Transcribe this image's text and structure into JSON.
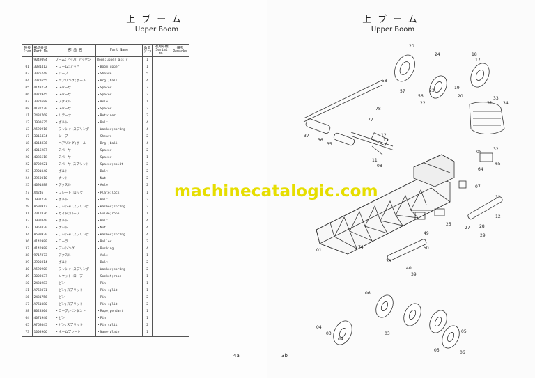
{
  "left_page": {
    "title_jp": "上ブーム",
    "title_en": "Upper Boom",
    "headers": {
      "no_jp": "符号",
      "no_en": "Item",
      "part_jp": "部品番号",
      "part_en": "Part No.",
      "name_jp": "部 品 名",
      "name_en": "Part Name",
      "qty_jp": "数量",
      "qty_en": "Q'ty",
      "serial_jp": "適用号機",
      "serial_en": "Serial No.",
      "remarks_jp": "備考",
      "remarks_en": "Remarks"
    },
    "rows": [
      {
        "no": "",
        "part": "9049094",
        "jp": "ブーム;アッパ アッセン",
        "en": "Boom;upper ass'y",
        "qty": "1"
      },
      {
        "no": "01",
        "part": "3081412",
        "jp": "・ブーム;アッパ",
        "en": "・Boom;upper",
        "qty": "1"
      },
      {
        "no": "03",
        "part": "3025749",
        "jp": "・シーブ",
        "en": "・Sheave",
        "qty": "5"
      },
      {
        "no": "04",
        "part": "2071655",
        "jp": "・ベアリング;ボール",
        "en": "・Brg.;ball",
        "qty": "4"
      },
      {
        "no": "05",
        "part": "4143724",
        "jp": "・スペーサ",
        "en": "・Spacer",
        "qty": "3"
      },
      {
        "no": "06",
        "part": "4071945",
        "jp": "・スペーサ",
        "en": "・Spacer",
        "qty": "2"
      },
      {
        "no": "07",
        "part": "3021688",
        "jp": "・アクスル",
        "en": "・Axle",
        "qty": "1"
      },
      {
        "no": "08",
        "part": "4132270",
        "jp": "・スペーサ",
        "en": "・Spacer",
        "qty": "2"
      },
      {
        "no": "11",
        "part": "2431768",
        "jp": "・リテーナ",
        "en": "・Retainer",
        "qty": "2"
      },
      {
        "no": "12",
        "part": "J901635",
        "jp": "・ボルト",
        "en": "・Bolt",
        "qty": "4"
      },
      {
        "no": "13",
        "part": "A590916",
        "jp": "・ワッシャ;スプリング",
        "en": "・Washer;spring",
        "qty": "4"
      },
      {
        "no": "17",
        "part": "3016434",
        "jp": "・シーブ",
        "en": "・Sheave",
        "qty": "2"
      },
      {
        "no": "18",
        "part": "4014836",
        "jp": "・ベアリング;ボール",
        "en": "・Brg.;ball",
        "qty": "4"
      },
      {
        "no": "19",
        "part": "4015287",
        "jp": "・スペーサ",
        "en": "・Spacer",
        "qty": "2"
      },
      {
        "no": "20",
        "part": "4086518",
        "jp": "・スペーサ",
        "en": "・Spacer",
        "qty": "1"
      },
      {
        "no": "22",
        "part": "8708921",
        "jp": "・スペーサ;スプリット",
        "en": "・Spacer;split",
        "qty": "2"
      },
      {
        "no": "23",
        "part": "J901040",
        "jp": "・ボルト",
        "en": "・Bolt",
        "qty": "2"
      },
      {
        "no": "24",
        "part": "J950010",
        "jp": "・ナット",
        "en": "・Nut",
        "qty": "2"
      },
      {
        "no": "25",
        "part": "4091888",
        "jp": "・アクスル",
        "en": "・Axle",
        "qty": "2"
      },
      {
        "no": "27",
        "part": "X4246",
        "jp": "・プレート;ロック",
        "en": "・Plate;lock",
        "qty": "1"
      },
      {
        "no": "28",
        "part": "J901220",
        "jp": "・ボルト",
        "en": "・Bolt",
        "qty": "2"
      },
      {
        "no": "29",
        "part": "A590912",
        "jp": "・ワッシャ;スプリング",
        "en": "・Washer;spring",
        "qty": "2"
      },
      {
        "no": "31",
        "part": "7012876",
        "jp": "・ガイド;ロープ",
        "en": "・Guide;rope",
        "qty": "1"
      },
      {
        "no": "32",
        "part": "J902040",
        "jp": "・ボルト",
        "en": "・Bolt",
        "qty": "4"
      },
      {
        "no": "33",
        "part": "J951020",
        "jp": "・ナット",
        "en": "・Nut",
        "qty": "4"
      },
      {
        "no": "34",
        "part": "A590920",
        "jp": "・ワッシャ;スプリング",
        "en": "・Washer;spring",
        "qty": "4"
      },
      {
        "no": "36",
        "part": "4142989",
        "jp": "・ローラ",
        "en": "・Roller",
        "qty": "2"
      },
      {
        "no": "37",
        "part": "4142988",
        "jp": "・ブッシング",
        "en": "・Bushing",
        "qty": "4"
      },
      {
        "no": "38",
        "part": "9717873",
        "jp": "・アクスル",
        "en": "・Axle",
        "qty": "1"
      },
      {
        "no": "39",
        "part": "J900814",
        "jp": "・ボルト",
        "en": "・Bolt",
        "qty": "2"
      },
      {
        "no": "40",
        "part": "A590908",
        "jp": "・ワッシャ;スプリング",
        "en": "・Washer;spring",
        "qty": "2"
      },
      {
        "no": "49",
        "part": "3003037",
        "jp": "・ソケット;ロープ",
        "en": "・Socket;rope",
        "qty": "1"
      },
      {
        "no": "50",
        "part": "2431983",
        "jp": "・ピン",
        "en": "・Pin",
        "qty": "1"
      },
      {
        "no": "51",
        "part": "A768071",
        "jp": "・ピン;スプリット",
        "en": "・Pin;split",
        "qty": "1"
      },
      {
        "no": "56",
        "part": "2431756",
        "jp": "・ピン",
        "en": "・Pin",
        "qty": "2"
      },
      {
        "no": "57",
        "part": "A761080",
        "jp": "・ピン;スプリット",
        "en": "・Pin;split",
        "qty": "2"
      },
      {
        "no": "58",
        "part": "8023304",
        "jp": "・ロープ;ペンダント",
        "en": "・Rope;pendant",
        "qty": "1"
      },
      {
        "no": "64",
        "part": "4071940",
        "jp": "・ピン",
        "en": "・Pin",
        "qty": "1"
      },
      {
        "no": "65",
        "part": "A768045",
        "jp": "・ピン;スプリット",
        "en": "・Pin;split",
        "qty": "2"
      },
      {
        "no": "73",
        "part": "1003966",
        "jp": "・ネームプレート",
        "en": "・Name-plate",
        "qty": "1"
      }
    ],
    "page_number": "4a"
  },
  "right_page": {
    "title_jp": "上ブーム",
    "title_en": "Upper Boom",
    "page_number": "3b",
    "callouts": [
      "20",
      "24",
      "18",
      "17",
      "58",
      "57",
      "56",
      "22",
      "23",
      "19",
      "20",
      "33",
      "31",
      "78",
      "77",
      "34",
      "37",
      "36",
      "35",
      "12",
      "13",
      "11",
      "08",
      "32",
      "05",
      "64",
      "65",
      "07",
      "01",
      "11",
      "12",
      "28",
      "29",
      "27",
      "25",
      "74",
      "49",
      "50",
      "38",
      "40",
      "39",
      "06",
      "03",
      "05",
      "05",
      "04",
      "04",
      "03",
      "06"
    ]
  },
  "watermark": "machinecatalogic.com"
}
